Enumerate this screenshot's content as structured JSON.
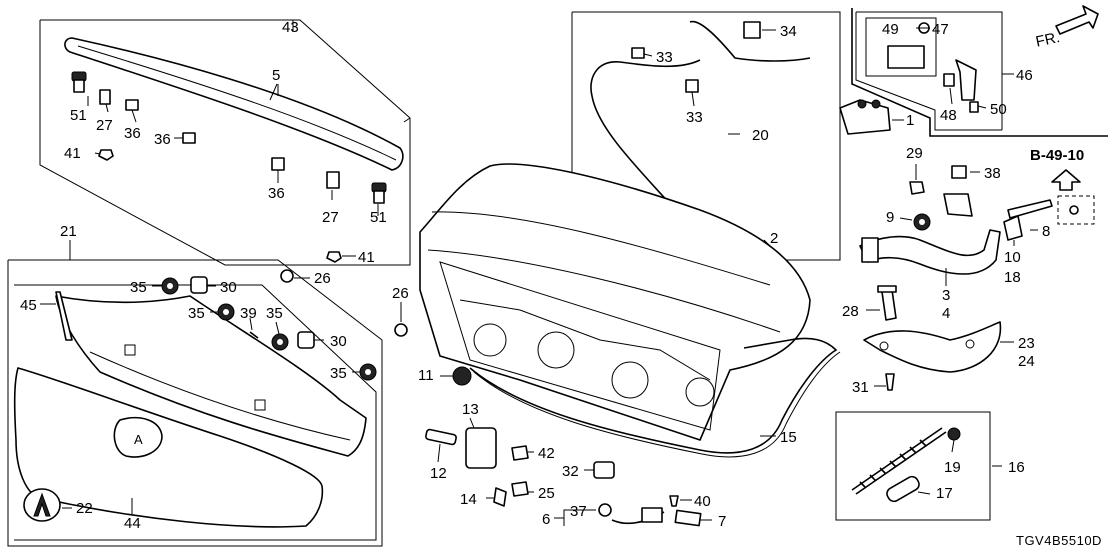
{
  "diagram": {
    "page_ref": "B-49-10",
    "figure_code": "TGV4B5510D",
    "direction_label": "FR.",
    "callouts": [
      "1",
      "2",
      "3",
      "4",
      "5",
      "6",
      "7",
      "8",
      "9",
      "10",
      "11",
      "12",
      "13",
      "14",
      "15",
      "16",
      "17",
      "18",
      "19",
      "20",
      "21",
      "22",
      "23",
      "24",
      "25",
      "26",
      "27",
      "28",
      "29",
      "30",
      "31",
      "32",
      "33",
      "34",
      "35",
      "36",
      "37",
      "38",
      "39",
      "40",
      "41",
      "42",
      "43",
      "44",
      "45",
      "46",
      "47",
      "48",
      "49",
      "50",
      "51"
    ]
  }
}
